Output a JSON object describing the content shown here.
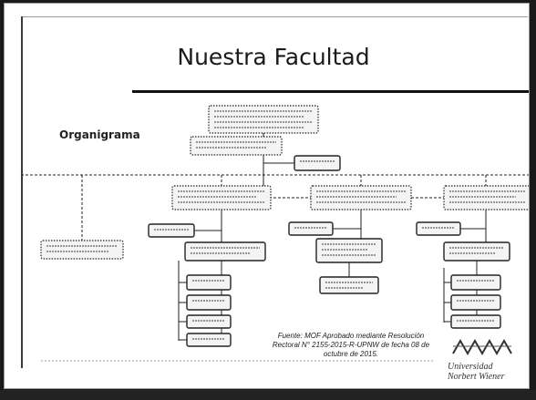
{
  "slide": {
    "title": "Nuestra Facultad",
    "side_label": "Organigrama",
    "source_note": "Fuente: MOF Aprobado mediante Resolución Rectoral N° 2155-2015-R-UPNW de fecha 08 de octubre de 2015.",
    "logo_text": "Universidad Norbert Wiener"
  },
  "org_chart": {
    "note": "Box texts in the original are illegible (blurred) and are rendered as placeholder scribbles.",
    "boxes": [
      {
        "id": "facultad",
        "style": "dotted"
      },
      {
        "id": "consejo",
        "style": "dotted"
      },
      {
        "id": "staff",
        "style": "solid"
      },
      {
        "id": "izquierda",
        "style": "dotted"
      },
      {
        "id": "escuela-1",
        "style": "dotted"
      },
      {
        "id": "escuela-1-sec",
        "style": "solid"
      },
      {
        "id": "escuela-1-coord",
        "style": "solid"
      },
      {
        "id": "escuela-1-sub-1",
        "style": "solid"
      },
      {
        "id": "escuela-1-sub-2",
        "style": "solid"
      },
      {
        "id": "escuela-1-sub-3",
        "style": "solid"
      },
      {
        "id": "escuela-1-sub-4",
        "style": "solid"
      },
      {
        "id": "escuela-2",
        "style": "dotted"
      },
      {
        "id": "escuela-2-sec",
        "style": "solid"
      },
      {
        "id": "escuela-2-coord",
        "style": "solid"
      },
      {
        "id": "escuela-2-unidad",
        "style": "solid"
      },
      {
        "id": "escuela-3",
        "style": "dotted"
      },
      {
        "id": "escuela-3-sec",
        "style": "solid"
      },
      {
        "id": "escuela-3-coord",
        "style": "solid"
      },
      {
        "id": "escuela-3-sub-1",
        "style": "solid"
      },
      {
        "id": "escuela-3-sub-2",
        "style": "solid"
      },
      {
        "id": "escuela-3-sub-3",
        "style": "solid"
      }
    ]
  },
  "colors": {
    "box_fill": "#f4f4f4",
    "box_stroke": "#222222",
    "line": "#222222"
  }
}
